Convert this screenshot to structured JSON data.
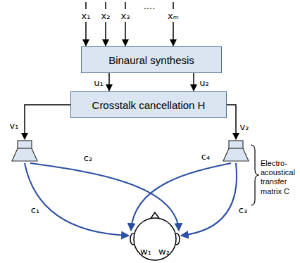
{
  "diagram": {
    "nodes": [
      {
        "text": [
          "Binaural synthesis"
        ]
      },
      {
        "text": [
          "Crosstalk cancellation H"
        ]
      }
    ],
    "edges": [
      {
        "from": 0,
        "to": 1,
        "arrow": "to",
        "label": "u₁"
      },
      {
        "from": 0,
        "to": 1,
        "arrow": "to",
        "label": "u₂"
      }
    ],
    "labels": [
      "x₁",
      "x₂",
      "x₃",
      "....",
      "xₘ",
      "v₁",
      "v₂",
      "c₂",
      "c₄",
      "c₁",
      "c₃",
      "w₁",
      "w₂",
      "Electro- acoustical transfer matrix C"
    ]
  }
}
